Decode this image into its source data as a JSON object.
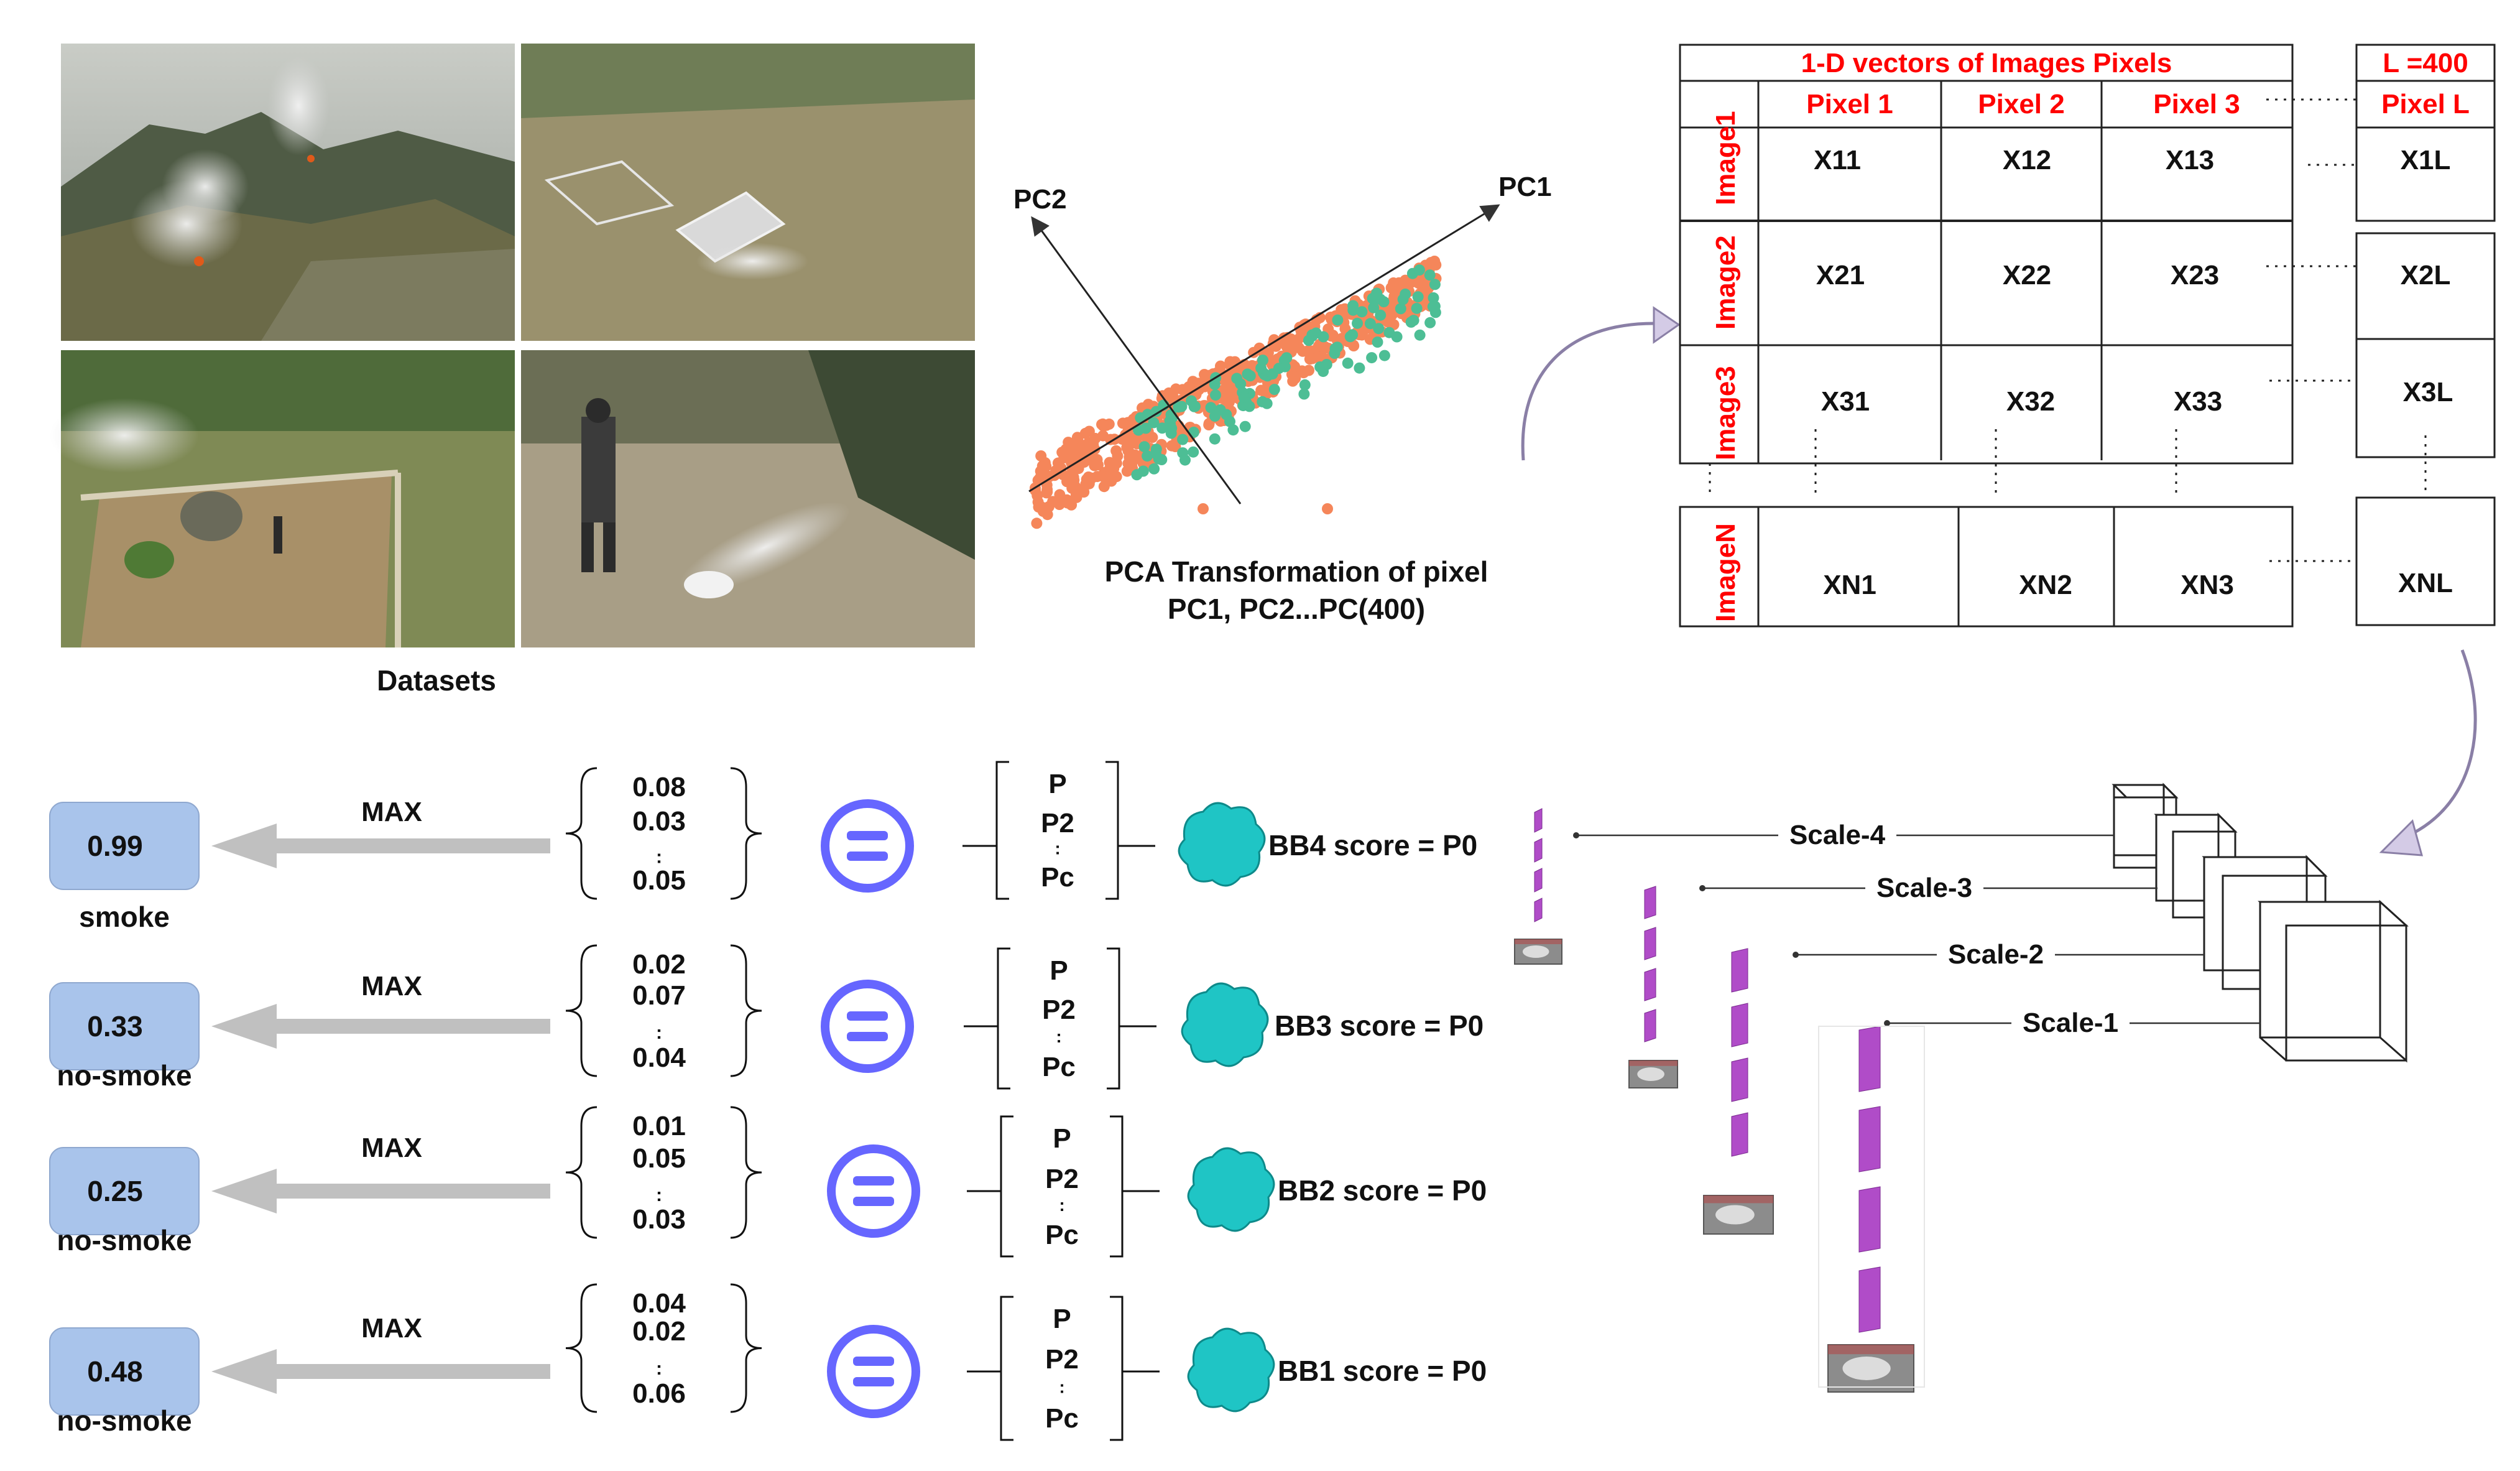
{
  "datasets": {
    "caption": "Datasets",
    "photos": [
      {
        "scene": "forest-fire-hillside"
      },
      {
        "scene": "aerial-field-frames"
      },
      {
        "scene": "garden-smoke-person"
      },
      {
        "scene": "person-smoke-ground"
      }
    ]
  },
  "pca": {
    "axis1_label": "PC1",
    "axis2_label": "PC2",
    "caption_line1": "PCA Transformation of pixel",
    "caption_line2": "PC1, PC2...PC(400)",
    "colors": {
      "orange": "#F5865A",
      "teal": "#4DBE95"
    }
  },
  "matrix": {
    "header_title": "1-D vectors of Images Pixels",
    "l_value": "L =400",
    "columns": [
      "Pixel 1",
      "Pixel 2",
      "Pixel 3"
    ],
    "last_column": "Pixel L",
    "rows": [
      {
        "label": "Image1",
        "cells": [
          "X11",
          "X12",
          "X13"
        ],
        "last": "X1L"
      },
      {
        "label": "Image2",
        "cells": [
          "X21",
          "X22",
          "X23"
        ],
        "last": "X2L"
      },
      {
        "label": "Image3",
        "cells": [
          "X31",
          "X32",
          "X33"
        ],
        "last": "X3L"
      },
      {
        "label": "ImageN",
        "cells": [
          "XN1",
          "XN2",
          "XN3"
        ],
        "last": "XNL"
      }
    ],
    "colors": {
      "red": "#FF0000"
    }
  },
  "scales": [
    "Scale-4",
    "Scale-3",
    "Scale-2",
    "Scale-1"
  ],
  "pipeline": {
    "max_label": "MAX",
    "rows": [
      {
        "result": "0.99",
        "class": "smoke",
        "values": [
          "0.08",
          "0.03",
          "0.05"
        ],
        "probs": [
          "P",
          "P2",
          "Pc"
        ],
        "score": "BB4 score = P0"
      },
      {
        "result": "0.33",
        "class": "no-smoke",
        "values": [
          "0.02",
          "0.07",
          "0.04"
        ],
        "probs": [
          "P",
          "P2",
          "Pc"
        ],
        "score": "BB3 score = P0"
      },
      {
        "result": "0.25",
        "class": "no-smoke",
        "values": [
          "0.01",
          "0.05",
          "0.03"
        ],
        "probs": [
          "P",
          "P2",
          "Pc"
        ],
        "score": "BB2 score = P0"
      },
      {
        "result": "0.48",
        "class": "no-smoke",
        "values": [
          "0.04",
          "0.02",
          "0.06"
        ],
        "probs": [
          "P",
          "P2",
          "Pc"
        ],
        "score": "BB1 score = P0"
      }
    ],
    "colors": {
      "result_box": "#A9C4EB",
      "equals": "#6666FF",
      "blob": "#1FC5C5",
      "arrow": "#C0C0C0",
      "bars": "#B04CC8"
    }
  }
}
